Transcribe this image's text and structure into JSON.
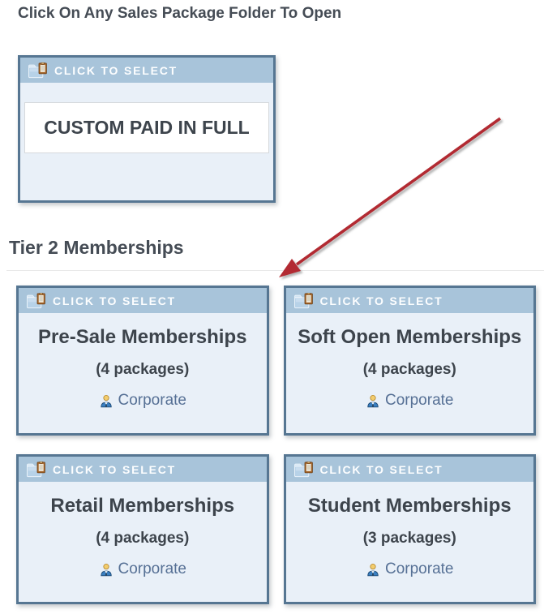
{
  "page": {
    "heading": "Click On Any Sales Package Folder To Open",
    "section_heading": "Tier 2 Memberships"
  },
  "featured_folder": {
    "header_label": "CLICK TO SELECT",
    "title": "CUSTOM PAID IN FULL"
  },
  "folders": [
    {
      "header_label": "CLICK TO SELECT",
      "title": "Pre-Sale Memberships",
      "packages": "(4 packages)",
      "tag": "Corporate"
    },
    {
      "header_label": "CLICK TO SELECT",
      "title": "Soft Open Memberships",
      "packages": "(4 packages)",
      "tag": "Corporate"
    },
    {
      "header_label": "CLICK TO SELECT",
      "title": "Retail Memberships",
      "packages": "(4 packages)",
      "tag": "Corporate"
    },
    {
      "header_label": "CLICK TO SELECT",
      "title": "Student Memberships",
      "packages": "(3 packages)",
      "tag": "Corporate"
    }
  ],
  "icons": {
    "card_header": "folder-document-icon",
    "tag": "business-person-icon",
    "annotation": "red-arrow"
  },
  "colors": {
    "card_border": "#567692",
    "card_header_bg": "#a8c4da",
    "card_body_bg": "#e9f0f8",
    "header_text": "#fdfeff",
    "title_text": "#3d444c",
    "heading_text": "#454c55",
    "tag_text": "#567095",
    "arrow_red": "#b22a30",
    "divider": "#e9e9e9"
  }
}
